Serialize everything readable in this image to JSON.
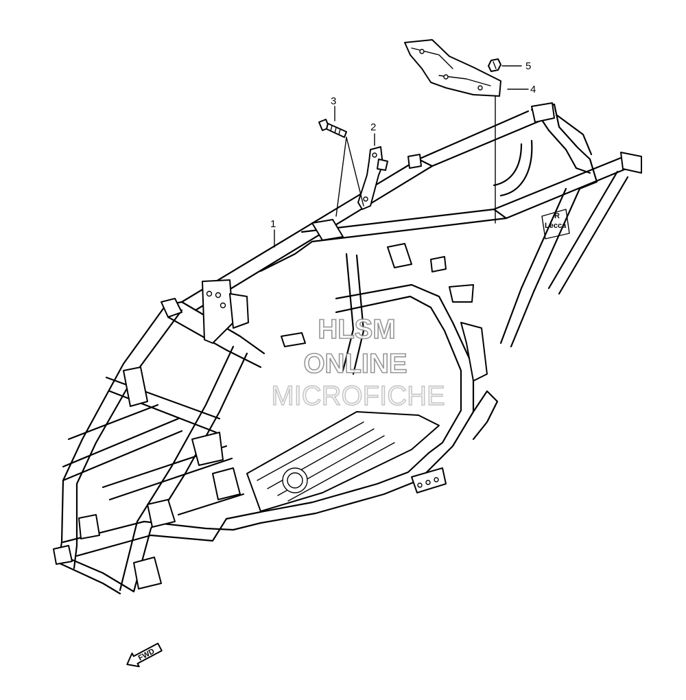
{
  "callouts": [
    {
      "id": "1",
      "label": "1"
    },
    {
      "id": "2",
      "label": "2"
    },
    {
      "id": "3",
      "label": "3"
    },
    {
      "id": "4",
      "label": "4"
    },
    {
      "id": "5",
      "label": "5"
    }
  ],
  "watermark": {
    "line1": "HLSM",
    "line2": "ONLINE",
    "line3": "MICROFICHE"
  },
  "direction_marker": {
    "label": "FWD",
    "icon": "fwd-arrow-icon"
  },
  "plate_label": {
    "mark": "R",
    "text": "Lecca"
  }
}
